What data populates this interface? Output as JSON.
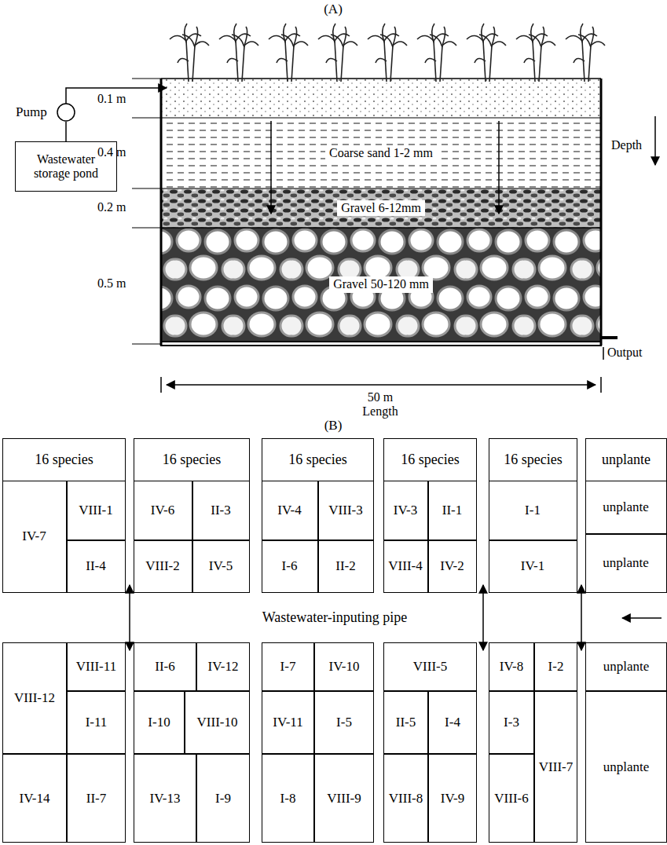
{
  "diagram": {
    "nodes": [
      {
        "text": [
          "Pump"
        ]
      },
      {
        "text": [
          "Wastewater storage pond"
        ]
      },
      {
        "text": [
          "Coarse sand 1-2 mm"
        ]
      },
      {
        "text": [
          "Gravel 6-12mm"
        ]
      },
      {
        "text": [
          "Gravel 50-120 mm"
        ]
      },
      {
        "text": [
          "16 species"
        ]
      },
      {
        "text": [
          "IV-7"
        ],
        "in": 5
      },
      {
        "text": [
          "VIII-1"
        ],
        "in": 5
      },
      {
        "text": [
          "II-4"
        ],
        "in": 5
      },
      {
        "text": [
          "16 species"
        ]
      },
      {
        "text": [
          "IV-6"
        ],
        "in": 9
      },
      {
        "text": [
          "II-3"
        ],
        "in": 9
      },
      {
        "text": [
          "VIII-2"
        ],
        "in": 9
      },
      {
        "text": [
          "IV-5"
        ],
        "in": 9
      },
      {
        "text": [
          "16 species"
        ]
      },
      {
        "text": [
          "IV-4"
        ],
        "in": 14
      },
      {
        "text": [
          "VIII-3"
        ],
        "in": 14
      },
      {
        "text": [
          "I-6"
        ],
        "in": 14
      },
      {
        "text": [
          "II-2"
        ],
        "in": 14
      },
      {
        "text": [
          "16 species"
        ]
      },
      {
        "text": [
          "IV-3"
        ],
        "in": 19
      },
      {
        "text": [
          "II-1"
        ],
        "in": 19
      },
      {
        "text": [
          "VIII-4"
        ],
        "in": 19
      },
      {
        "text": [
          "IV-2"
        ],
        "in": 19
      },
      {
        "text": [
          "16 species"
        ]
      },
      {
        "text": [
          "I-1"
        ],
        "in": 24
      },
      {
        "text": [
          "IV-1"
        ],
        "in": 24
      },
      {
        "text": [
          "unplante"
        ]
      },
      {
        "text": [
          "unplante"
        ],
        "in": 27
      },
      {
        "text": [
          "unplante"
        ],
        "in": 27
      },
      {
        "text": [
          "Wastewater-inputing pipe"
        ]
      },
      {
        "text": [
          "VIII-12"
        ]
      },
      {
        "text": [
          "VIII-11"
        ]
      },
      {
        "text": [
          "I-11"
        ]
      },
      {
        "text": [
          "IV-14"
        ]
      },
      {
        "text": [
          "II-7"
        ]
      },
      {
        "text": [
          "II-6"
        ]
      },
      {
        "text": [
          "IV-12"
        ]
      },
      {
        "text": [
          "I-10"
        ]
      },
      {
        "text": [
          "VIII-10"
        ]
      },
      {
        "text": [
          "IV-13"
        ]
      },
      {
        "text": [
          "I-9"
        ]
      },
      {
        "text": [
          "I-7"
        ]
      },
      {
        "text": [
          "IV-10"
        ]
      },
      {
        "text": [
          "IV-11"
        ]
      },
      {
        "text": [
          "I-5"
        ]
      },
      {
        "text": [
          "I-8"
        ]
      },
      {
        "text": [
          "VIII-9"
        ]
      },
      {
        "text": [
          "VIII-5"
        ]
      },
      {
        "text": [
          "II-5"
        ]
      },
      {
        "text": [
          "I-4"
        ]
      },
      {
        "text": [
          "VIII-8"
        ]
      },
      {
        "text": [
          "IV-9"
        ]
      },
      {
        "text": [
          "IV-8"
        ]
      },
      {
        "text": [
          "I-2"
        ]
      },
      {
        "text": [
          "I-3"
        ]
      },
      {
        "text": [
          "VIII-6"
        ]
      },
      {
        "text": [
          "VIII-7"
        ]
      },
      {
        "text": [
          "unplante"
        ]
      },
      {
        "text": [
          "unplante"
        ]
      }
    ],
    "edges": [
      {
        "from": 1,
        "to": 0,
        "arrow": "none"
      }
    ],
    "labels": [
      "(A)",
      "0.1 m",
      "0.4 m",
      "0.2 m",
      "0.5 m",
      "Depth",
      "50 m",
      "Length",
      "Output",
      "(B)"
    ]
  }
}
